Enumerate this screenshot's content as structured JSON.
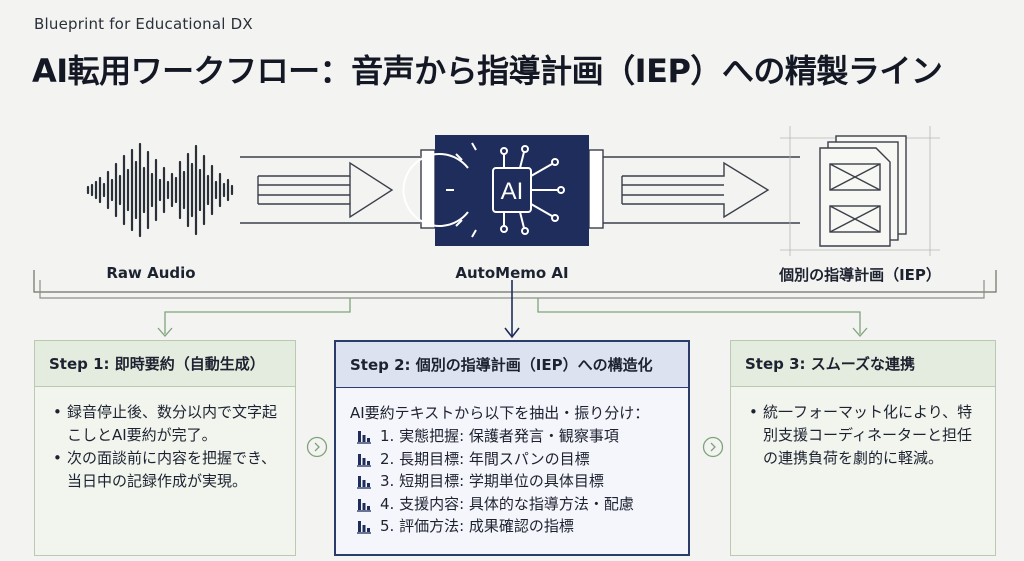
{
  "header": {
    "eyebrow": "Blueprint for Educational DX",
    "title": "AI転用ワークフロー：音声から指導計画（IEP）への精製ライン"
  },
  "flow": {
    "audio_label": "Raw Audio",
    "ai_label": "AutoMemo AI",
    "ai_badge": "AI",
    "doc_label": "個別の指導計画（IEP）"
  },
  "steps": [
    {
      "title": "Step 1: 即時要約（自動生成）",
      "bullets": [
        "録音停止後、数分以内で文字起こしとAI要約が完了。",
        "次の面談前に内容を把握でき、当日中の記録作成が実現。"
      ]
    },
    {
      "title": "Step 2: 個別の指導計画（IEP）への構造化",
      "intro": "AI要約テキストから以下を抽出・振り分け：",
      "items": [
        "1. 実態把握: 保護者発言・観察事項",
        "2. 長期目標: 年間スパンの目標",
        "3. 短期目標: 学期単位の具体目標",
        "4. 支援内容: 具体的な指導方法・配慮",
        "5. 評価方法: 成果確認の指標"
      ]
    },
    {
      "title": "Step 3: スムーズな連携",
      "bullets": [
        "統一フォーマット化により、特別支援コーディネーターと担任の連携負荷を劇的に軽減。"
      ]
    }
  ],
  "icons": {
    "arrow": "right-arrow-icon",
    "chip": "ai-gear-chip-icon",
    "document": "document-stack-icon",
    "wave": "waveform-icon",
    "chevron": "chevron-right-circle-icon",
    "list": "bar-chart-icon"
  },
  "colors": {
    "navy": "#1f2d5c",
    "green_border": "#b9c9b2",
    "bg": "#f3f4f1"
  }
}
